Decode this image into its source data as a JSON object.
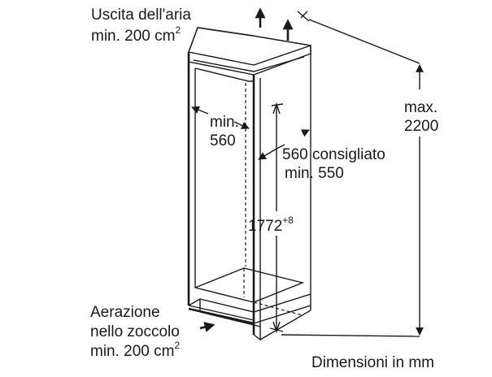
{
  "labels": {
    "air_outlet_line1": "Uscita dell'aria",
    "air_outlet_line2": "min. 200 cm",
    "air_outlet_sup": "2",
    "min_line1": "min.",
    "min_line2": "560",
    "depth_line1": "560 consigliato",
    "depth_line2": "min. 550",
    "height_value": "1772",
    "height_sup": "+8",
    "max_line1": "max.",
    "max_line2": "2200",
    "ventilation_line1": "Aerazione",
    "ventilation_line2": "nello zoccolo",
    "ventilation_line3": "min. 200 cm",
    "ventilation_sup": "2",
    "units": "Dimensioni in mm"
  }
}
